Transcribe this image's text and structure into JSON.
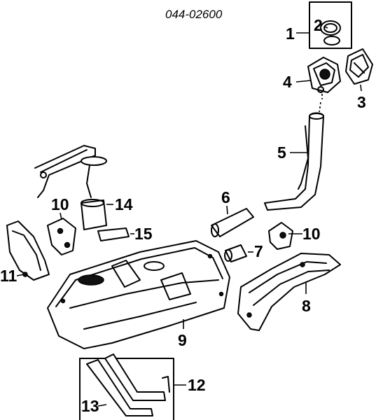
{
  "diagram": {
    "part_number": "044-02600",
    "callouts": {
      "c1": "1",
      "c2": "2",
      "c3": "3",
      "c4": "4",
      "c5": "5",
      "c6": "6",
      "c7": "7",
      "c8": "8",
      "c9": "9",
      "c10a": "10",
      "c10b": "10",
      "c11": "11",
      "c12": "12",
      "c13": "13",
      "c14": "14",
      "c15": "15"
    }
  }
}
